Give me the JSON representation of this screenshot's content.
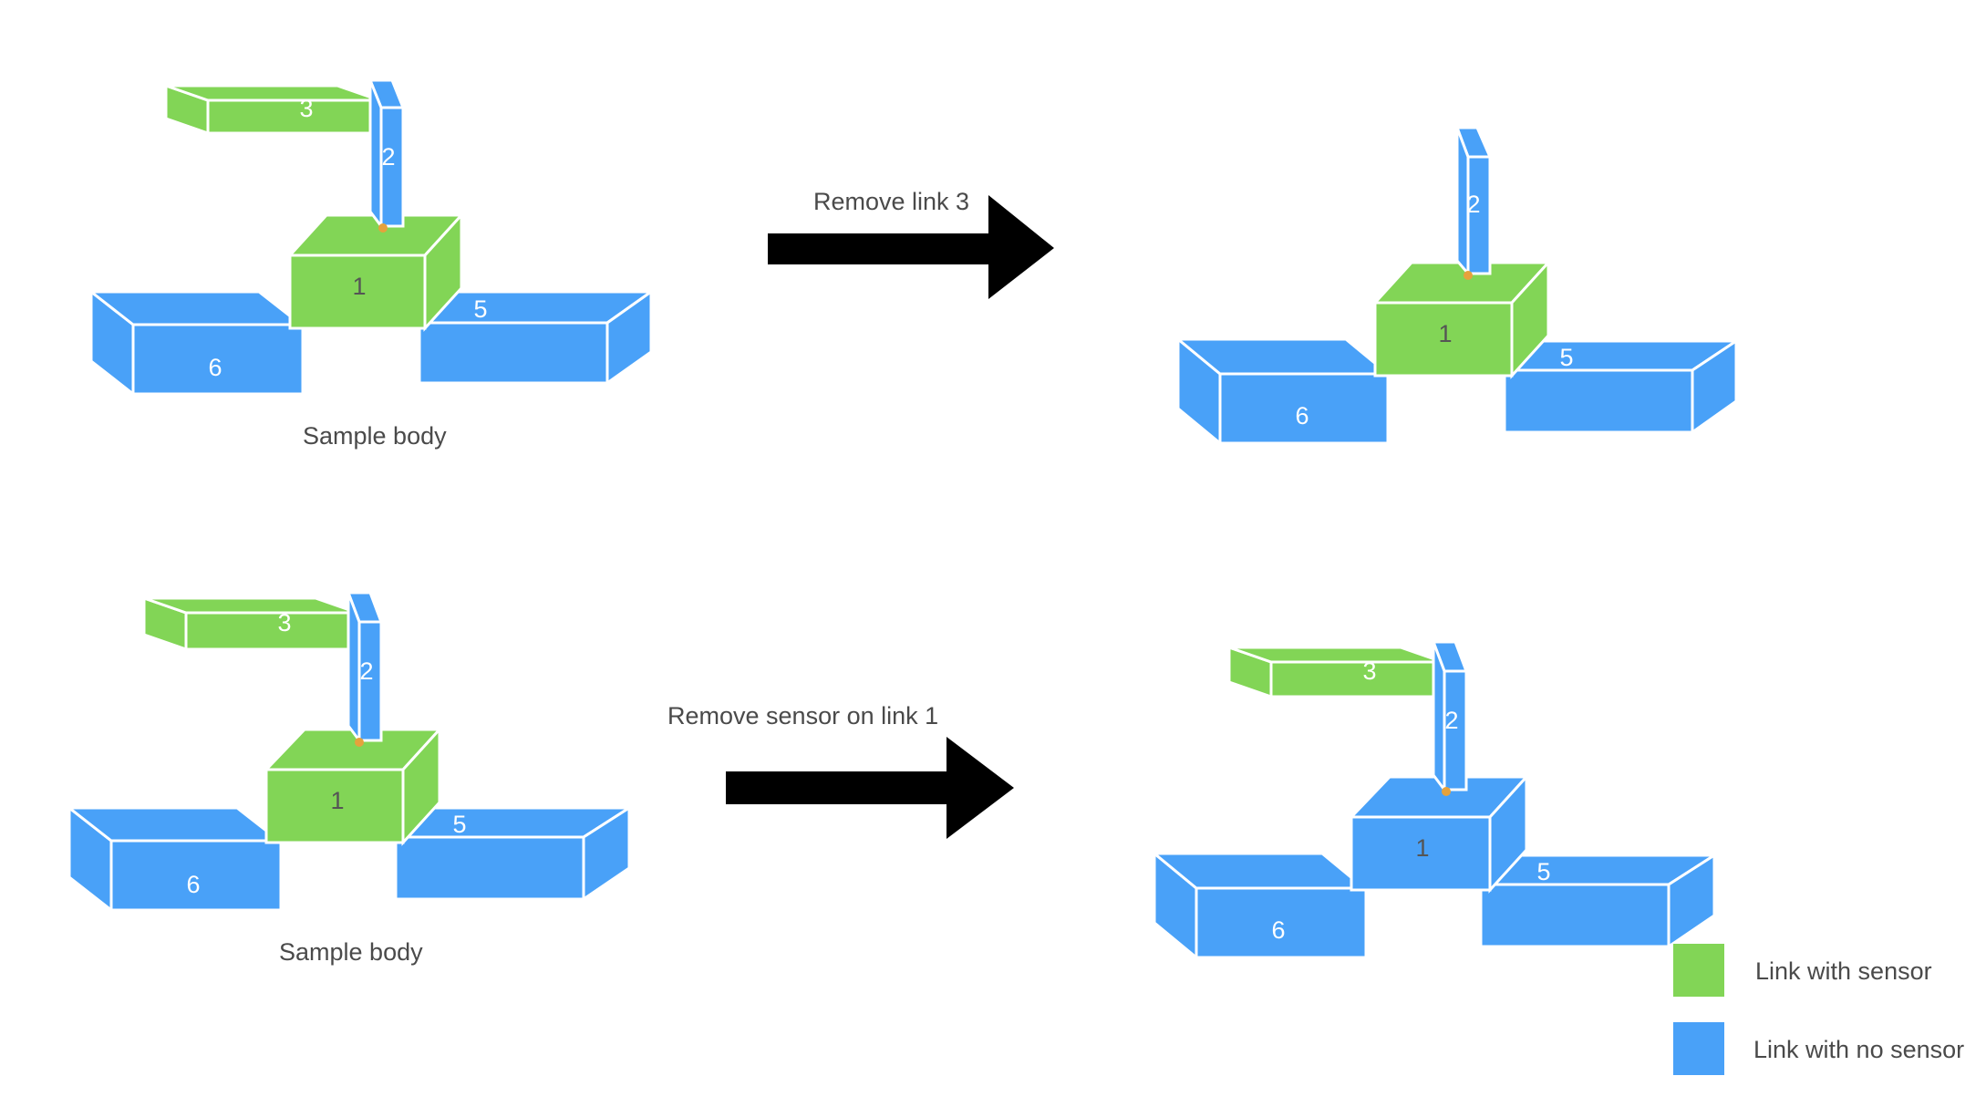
{
  "captions": {
    "sample_body_top": "Sample body",
    "sample_body_bottom": "Sample body",
    "arrow_top": "Remove link 3",
    "arrow_bottom": "Remove sensor on link 1"
  },
  "colors": {
    "sensor": "#82d556",
    "no_sensor": "#49a1f8",
    "arrow": "#000000",
    "joint_dot": "#e6a23c"
  },
  "legend": {
    "with_sensor": "Link with sensor",
    "no_sensor": "Link with no sensor"
  },
  "diagrams": [
    {
      "id": "top-left",
      "links": [
        {
          "id": "3",
          "label": "3",
          "sensor": true
        },
        {
          "id": "2",
          "label": "2",
          "sensor": false
        },
        {
          "id": "1",
          "label": "1",
          "sensor": true
        },
        {
          "id": "5",
          "label": "5",
          "sensor": false
        },
        {
          "id": "6",
          "label": "6",
          "sensor": false
        }
      ]
    },
    {
      "id": "top-right",
      "links": [
        {
          "id": "2",
          "label": "2",
          "sensor": false
        },
        {
          "id": "1",
          "label": "1",
          "sensor": true
        },
        {
          "id": "5",
          "label": "5",
          "sensor": false
        },
        {
          "id": "6",
          "label": "6",
          "sensor": false
        }
      ]
    },
    {
      "id": "bottom-left",
      "links": [
        {
          "id": "3",
          "label": "3",
          "sensor": true
        },
        {
          "id": "2",
          "label": "2",
          "sensor": false
        },
        {
          "id": "1",
          "label": "1",
          "sensor": true
        },
        {
          "id": "5",
          "label": "5",
          "sensor": false
        },
        {
          "id": "6",
          "label": "6",
          "sensor": false
        }
      ]
    },
    {
      "id": "bottom-right",
      "links": [
        {
          "id": "3",
          "label": "3",
          "sensor": true
        },
        {
          "id": "2",
          "label": "2",
          "sensor": false
        },
        {
          "id": "1",
          "label": "1",
          "sensor": false
        },
        {
          "id": "5",
          "label": "5",
          "sensor": false
        },
        {
          "id": "6",
          "label": "6",
          "sensor": false
        }
      ]
    }
  ]
}
